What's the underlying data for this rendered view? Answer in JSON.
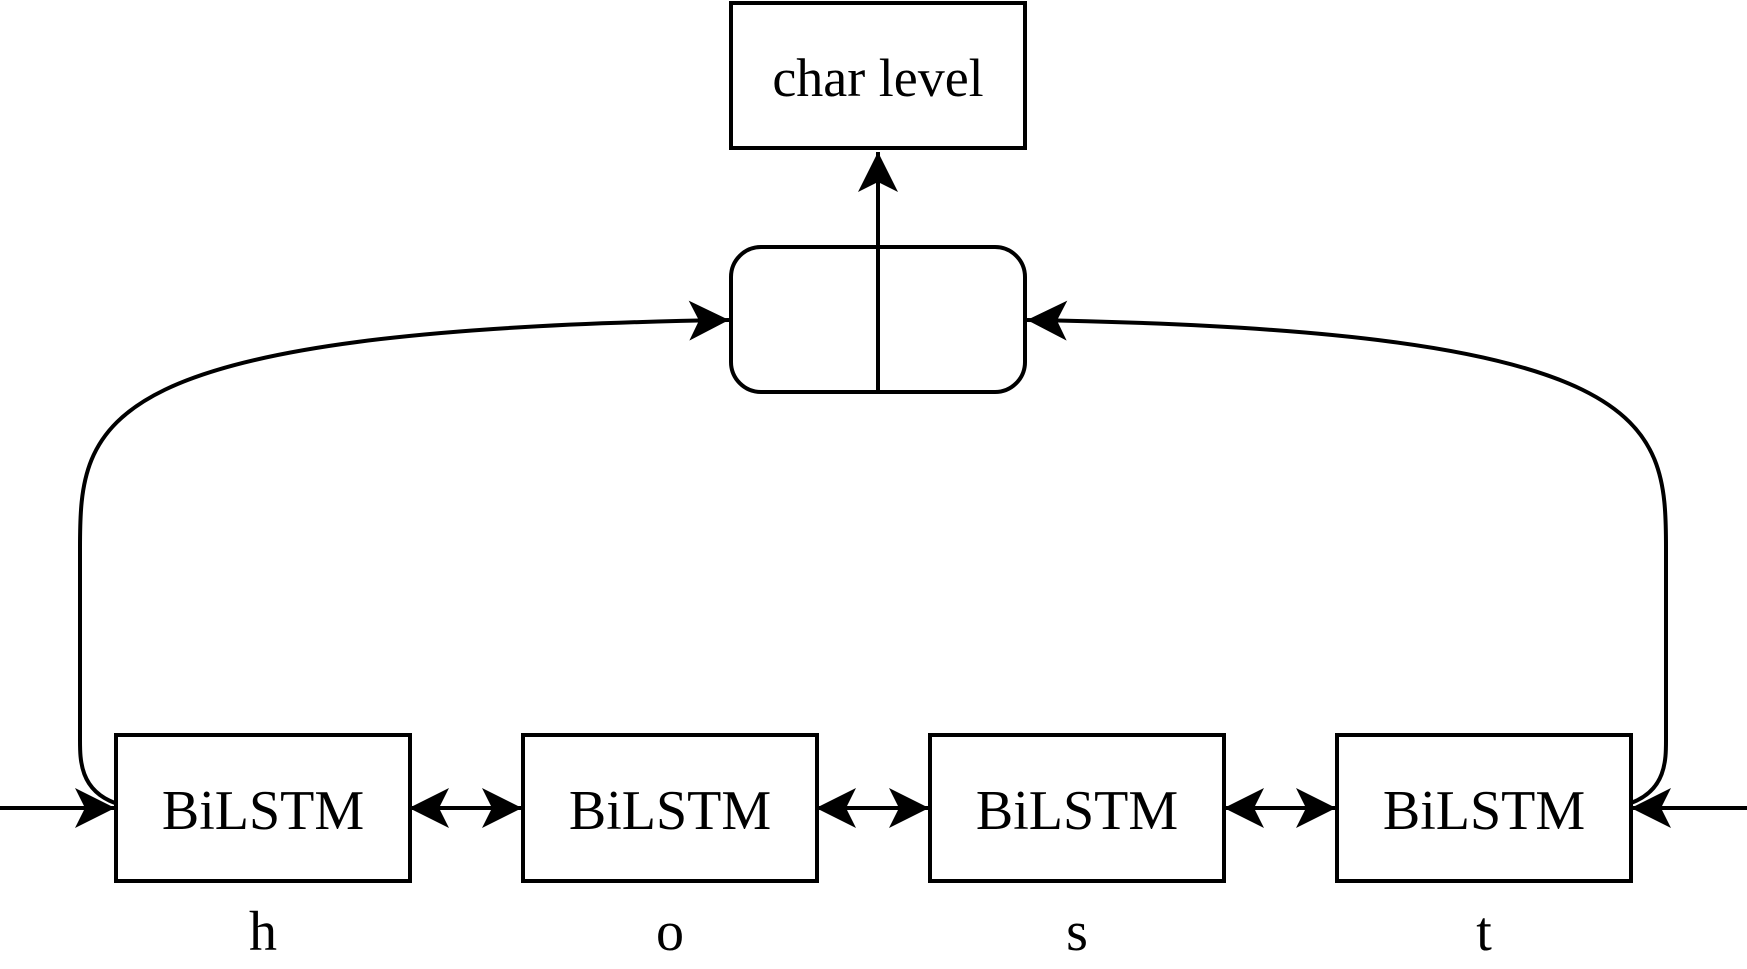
{
  "diagram": {
    "output_label": "char level",
    "cells": [
      {
        "label": "BiLSTM",
        "char": "h"
      },
      {
        "label": "BiLSTM",
        "char": "o"
      },
      {
        "label": "BiLSTM",
        "char": "s"
      },
      {
        "label": "BiLSTM",
        "char": "t"
      }
    ],
    "colors": {
      "stroke": "#000000",
      "text": "#000000",
      "background": "#ffffff"
    }
  }
}
